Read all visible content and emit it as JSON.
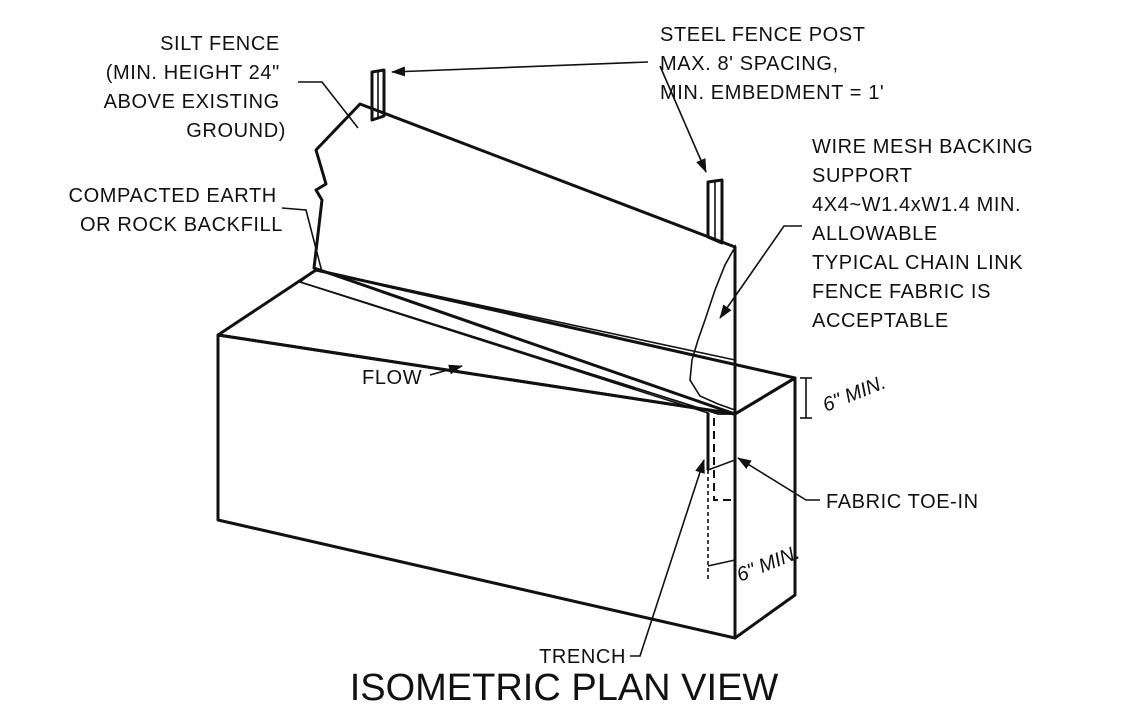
{
  "labels": {
    "silt_fence": [
      "SILT FENCE",
      "(MIN. HEIGHT 24\"",
      "ABOVE EXISTING",
      "GROUND)"
    ],
    "steel_post": [
      "STEEL FENCE POST",
      "MAX. 8' SPACING,",
      "MIN. EMBEDMENT = 1'"
    ],
    "wire_mesh": [
      "WIRE MESH BACKING",
      "SUPPORT",
      "4X4~W1.4xW1.4 MIN.",
      "ALLOWABLE",
      "TYPICAL CHAIN LINK",
      "FENCE FABRIC IS",
      "ACCEPTABLE"
    ],
    "backfill": [
      "COMPACTED EARTH",
      "OR ROCK BACKFILL"
    ],
    "flow": "FLOW",
    "depth_dim": "6\" MIN.",
    "width_dim": "6\" MIN.",
    "toe_in": "FABRIC TOE-IN",
    "trench": "TRENCH"
  },
  "title": "ISOMETRIC PLAN VIEW"
}
